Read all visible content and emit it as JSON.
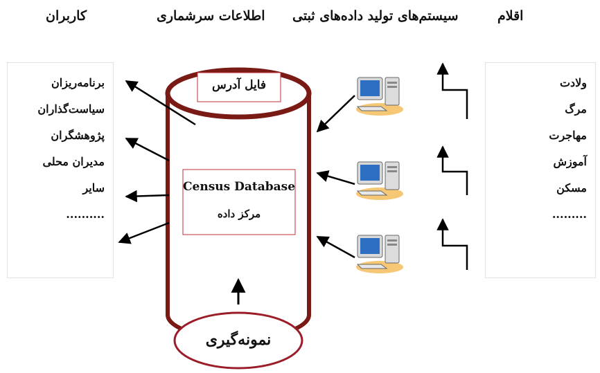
{
  "headers": {
    "items": "اقلام",
    "registry_systems": "سیستم‌های تولید داده‌های ثبتی",
    "census_info": "اطلاعات سرشماری",
    "users": "کاربران"
  },
  "items_list": [
    "ولادت",
    "مرگ",
    "مهاجرت",
    "آموزش",
    "مسکن",
    "........."
  ],
  "users_list": [
    "برنامه‌ریزان",
    "سیاست‌گذاران",
    "پژوهشگران",
    "مدیران محلی",
    "سایر",
    ".........."
  ],
  "database": {
    "address_file": "فایل آدرس",
    "title": "Census Database",
    "subtitle": "مرکز داده"
  },
  "sampling": "نمونه‌گیری",
  "icons": {
    "computer": "computer-icon"
  },
  "colors": {
    "cylinder": "#7a1a14",
    "label_box": "#c0303a",
    "sampling_ellipse": "#9b1d2a",
    "arrow": "#000000"
  }
}
